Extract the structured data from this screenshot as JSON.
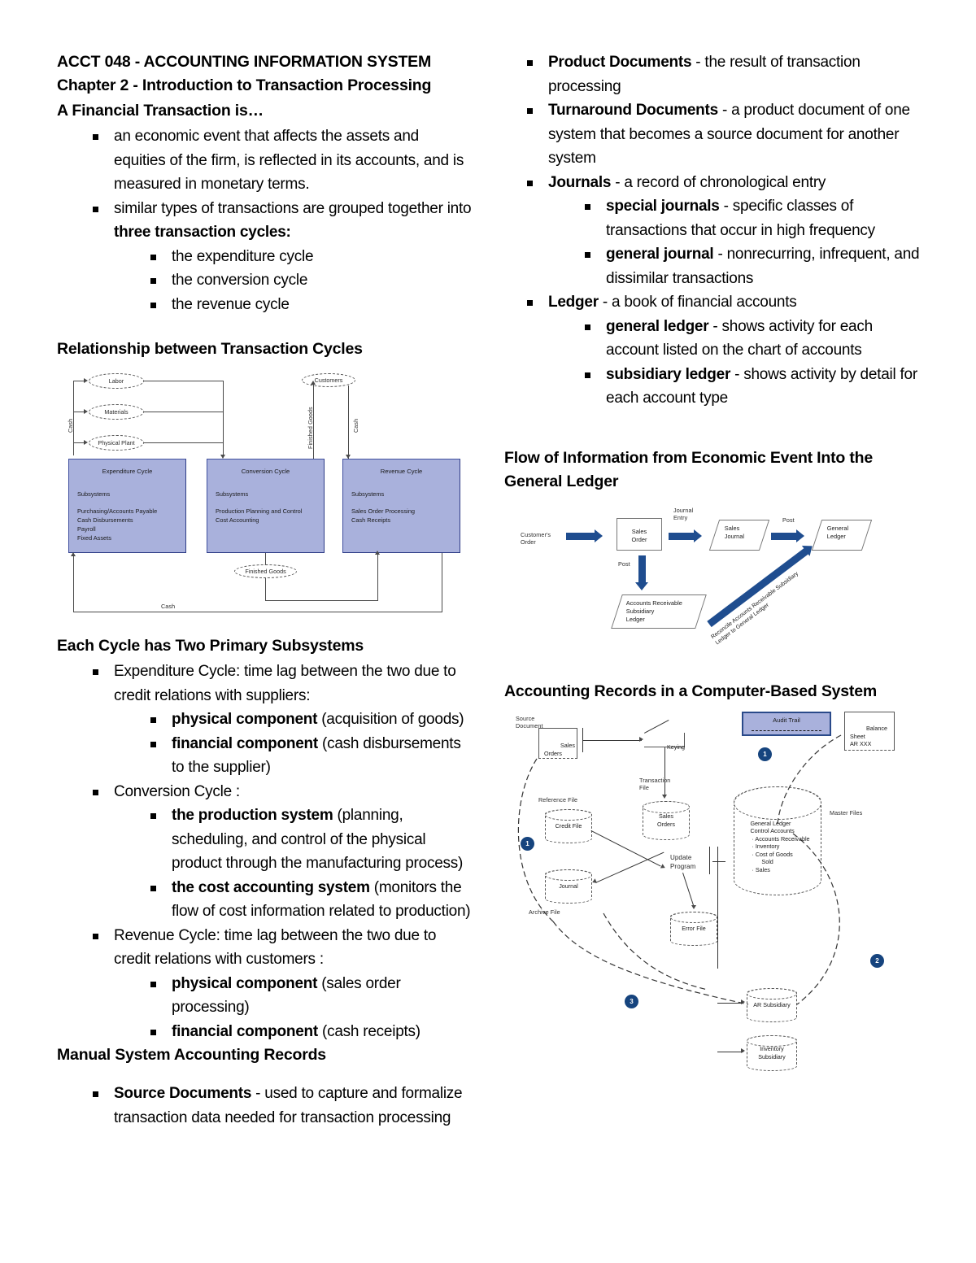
{
  "document": {
    "title": "ACCT 048 - ACCOUNTING INFORMATION SYSTEM",
    "chapter": "Chapter 2  - Introduction to Transaction Processing"
  },
  "left": {
    "s1": {
      "heading": "A Financial Transaction is…",
      "b1": "an economic event that affects the assets and equities of the firm, is reflected in its accounts, and is measured in monetary terms.",
      "b2_pre": "similar types of transactions are grouped together into ",
      "b2_bold": "three transaction cycles:",
      "sub": [
        "the expenditure cycle",
        "the conversion cycle",
        "the revenue cycle"
      ]
    },
    "s2": {
      "heading": "Relationship between Transaction Cycles"
    },
    "s3": {
      "heading": "Each Cycle has Two Primary Subsystems",
      "items": [
        {
          "text": "Expenditure Cycle: time lag between the two due to credit relations with suppliers:",
          "sub": [
            {
              "bold": "physical component",
              "rest": " (acquisition of goods)"
            },
            {
              "bold": "financial component",
              "rest": " (cash disbursements to the supplier)"
            }
          ]
        },
        {
          "text": "Conversion Cycle :",
          "sub": [
            {
              "bold": "the production system",
              "rest": " (planning, scheduling, and control of the physical product through the manufacturing process)"
            },
            {
              "bold": "the cost accounting system",
              "rest": " (monitors the flow of cost information related to production)"
            }
          ]
        },
        {
          "text": "Revenue Cycle: time lag between the two due to credit relations with customers :",
          "sub": [
            {
              "bold": "physical component",
              "rest": " (sales order processing)"
            },
            {
              "bold": "financial component",
              "rest": " (cash receipts)"
            }
          ]
        }
      ]
    },
    "s4": {
      "heading": "Manual System Accounting Records",
      "item_bold": "Source Documents",
      "item_rest": " - used to capture and formalize transaction data needed for transaction processing"
    }
  },
  "right": {
    "records": [
      {
        "bold": "Product Documents",
        "rest": " - the result of transaction processing",
        "sub": []
      },
      {
        "bold": "Turnaround Documents",
        "rest": " - a product document of one system that becomes a source document for another system",
        "sub": []
      },
      {
        "bold": "Journals",
        "rest": " - a record of chronological entry",
        "sub": [
          {
            "bold": "special journals",
            "rest": " - specific classes of transactions that occur in high frequency"
          },
          {
            "bold": "general journal",
            "rest": " - nonrecurring, infrequent, and dissimilar transactions"
          }
        ]
      },
      {
        "bold": "Ledger",
        "rest": " - a book of financial accounts",
        "sub": [
          {
            "bold": "general ledger",
            "rest": " - shows activity for each account listed on the chart of accounts"
          },
          {
            "bold": "subsidiary ledger",
            "rest": " - shows activity by detail for each account type"
          }
        ]
      }
    ],
    "s2": {
      "heading": "Flow of Information from Economic Event Into the General Ledger"
    },
    "s3": {
      "heading": "Accounting Records in a Computer-Based System"
    }
  },
  "diagram_cycles": {
    "ellipses": [
      "Labor",
      "Materials",
      "Physical Plant",
      "Customers",
      "Finished Goods"
    ],
    "edge_labels": {
      "cash_left": "Cash",
      "finished_goods": "Finished Goods",
      "cash_right": "Cash",
      "cash_bottom": "Cash"
    },
    "boxes": [
      {
        "title": "Expenditure Cycle",
        "sub_label": "Subsystems",
        "items": "Purchasing/Accounts Payable\nCash Disbursements\nPayroll\nFixed Assets"
      },
      {
        "title": "Conversion Cycle",
        "sub_label": "Subsystems",
        "items": "Production Planning and Control\nCost Accounting"
      },
      {
        "title": "Revenue Cycle",
        "sub_label": "Subsystems",
        "items": "Sales Order Processing\nCash Receipts"
      }
    ]
  },
  "diagram_flow": {
    "customer_order": "Customer's\nOrder",
    "sales_order": "Sales\nOrder",
    "journal_entry_label": "Journal\nEntry",
    "sales_journal": "Sales\nJournal",
    "post_label_top": "Post",
    "general_ledger": "General\nLedger",
    "post_label_down": "Post",
    "ar_sub_ledger": "Accounts Receivable\nSubsidiary\nLedger",
    "reconcile_label": "Reconcile Accounts Receivable Subsidiary\nLedger to General Ledger"
  },
  "diagram_cbs": {
    "source_document_label": "Source\nDocument",
    "sales_orders_doc": "Sales\nOrders",
    "keying": "Keying",
    "transaction_file_label": "Transaction\nFile",
    "sales_orders_file": "Sales\nOrders",
    "reference_file_label": "Reference File",
    "credit_file": "Credit File",
    "journal_file": "Journal",
    "archive_file_label": "Archive File",
    "update_program": "Update\nProgram",
    "error_file": "Error File",
    "master_files_label": "Master Files",
    "gl_control": "General Ledger\nControl Accounts\n · Accounts Receivable\n · Inventory\n · Cost of Goods\n       Sold\n · Sales",
    "ar_subsidiary": "AR Subsidiary",
    "inventory_subsidiary": "Inventory\nSubsidiary",
    "audit_trail": "Audit Trail",
    "balance_sheet": "Balance\nSheet\nAR XXX",
    "badges": [
      "1",
      "1",
      "2",
      "3"
    ]
  },
  "colors": {
    "cycle_box_fill": "#a9b1dc",
    "cycle_box_border": "#3f4f9e",
    "flow_arrow": "#1f4d8f",
    "badge": "#16447e",
    "audit_border": "#2a4a8a"
  }
}
